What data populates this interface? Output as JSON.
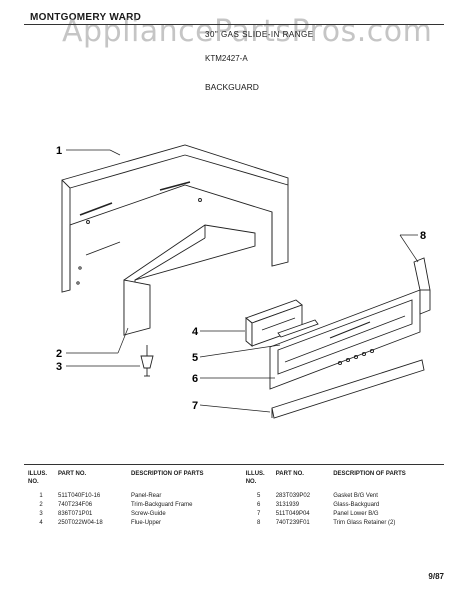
{
  "header": {
    "brand": "MONTGOMERY WARD",
    "watermark": "AppliancePartsPros.com",
    "model_line": "30\" GAS SLIDE-IN RANGE",
    "model_number": "KTM2427-A",
    "section_title": "BACKGUARD"
  },
  "diagram": {
    "callouts": [
      "1",
      "2",
      "3",
      "4",
      "5",
      "6",
      "7",
      "8"
    ]
  },
  "table": {
    "headers": {
      "illus_no": "ILLUS. NO.",
      "part_no": "PART NO.",
      "description": "DESCRIPTION OF PARTS"
    },
    "left": [
      {
        "illus": "1",
        "part": "511T040F10-16",
        "desc": "Panel-Rear"
      },
      {
        "illus": "2",
        "part": "740T234F06",
        "desc": "Trim-Backguard Frame"
      },
      {
        "illus": "3",
        "part": "836T071P01",
        "desc": "Screw-Guide"
      },
      {
        "illus": "4",
        "part": "250T022W04-18",
        "desc": "Flue-Upper"
      }
    ],
    "right": [
      {
        "illus": "5",
        "part": "283T039P02",
        "desc": "Gasket B/G Vent"
      },
      {
        "illus": "6",
        "part": "3131939",
        "desc": "Glass-Backguard"
      },
      {
        "illus": "7",
        "part": "511T049P04",
        "desc": "Panel Lower B/G"
      },
      {
        "illus": "8",
        "part": "740T239F01",
        "desc": "Trim Glass Retainer (2)"
      }
    ]
  },
  "footer": {
    "page": "9/87"
  }
}
